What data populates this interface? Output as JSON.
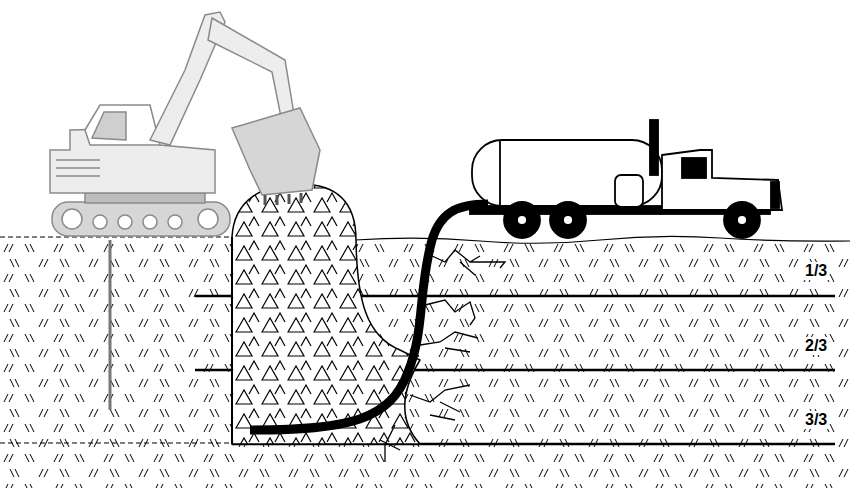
{
  "diagram": {
    "labels": [
      "1/3",
      "2/3",
      "3/3"
    ]
  }
}
